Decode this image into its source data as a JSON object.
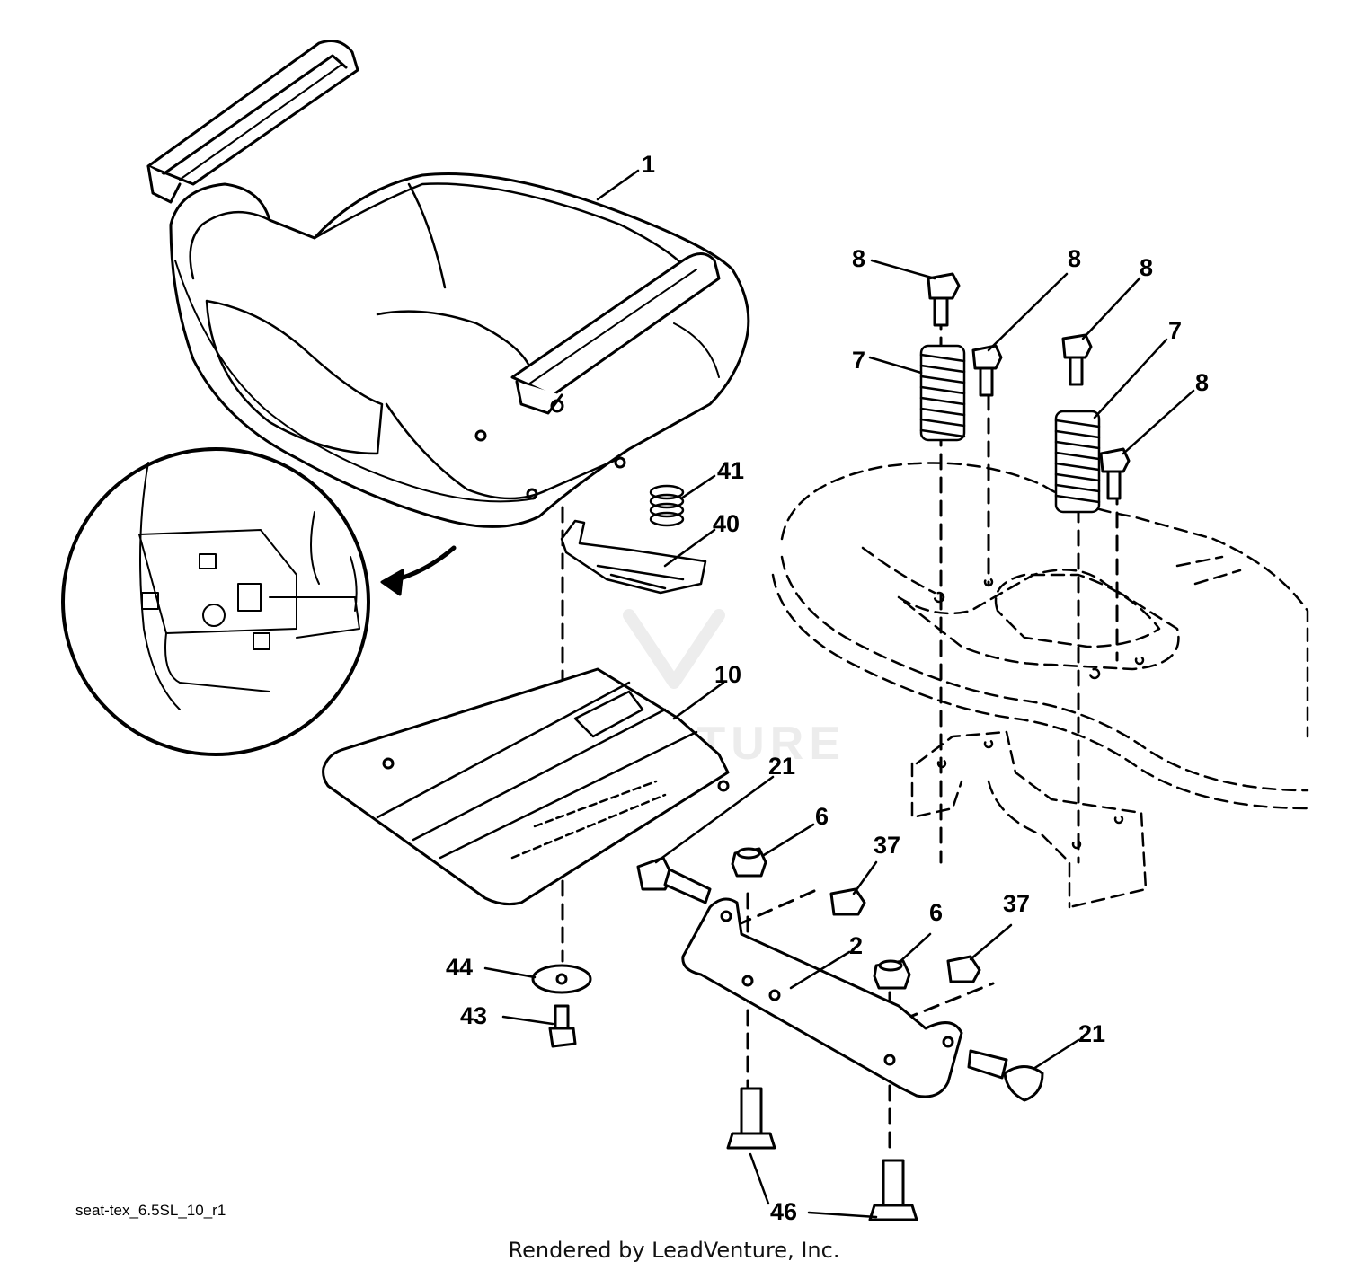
{
  "diagram": {
    "callouts": [
      {
        "id": "seat",
        "label": "1"
      },
      {
        "id": "bolt-a",
        "label": "8"
      },
      {
        "id": "bolt-b",
        "label": "8"
      },
      {
        "id": "bolt-c",
        "label": "8"
      },
      {
        "id": "bolt-d",
        "label": "8"
      },
      {
        "id": "spring-left",
        "label": "7"
      },
      {
        "id": "spring-right",
        "label": "7"
      },
      {
        "id": "small-spring",
        "label": "41"
      },
      {
        "id": "clip",
        "label": "40"
      },
      {
        "id": "seat-pan",
        "label": "10"
      },
      {
        "id": "screw-left",
        "label": "21"
      },
      {
        "id": "screw-right",
        "label": "21"
      },
      {
        "id": "nut-upper",
        "label": "6"
      },
      {
        "id": "nut-lower",
        "label": "6"
      },
      {
        "id": "locknut-upper",
        "label": "37"
      },
      {
        "id": "locknut-lower",
        "label": "37"
      },
      {
        "id": "bracket",
        "label": "2"
      },
      {
        "id": "washer",
        "label": "44"
      },
      {
        "id": "small-bolt",
        "label": "43"
      },
      {
        "id": "flange-bolts",
        "label": "46"
      }
    ],
    "file_name": "seat-tex_6.5SL_10_r1",
    "credit": "Rendered by LeadVenture, Inc.",
    "watermark": "LEADVENTURE"
  }
}
